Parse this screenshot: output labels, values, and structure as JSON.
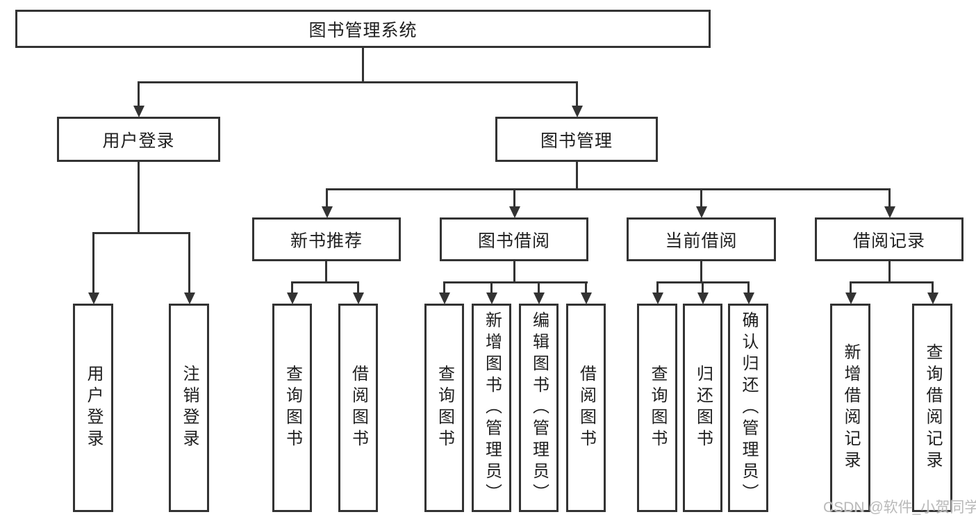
{
  "tree": {
    "label": "图书管理系统",
    "children": [
      {
        "label": "用户登录",
        "children": [
          {
            "label": "用户登录"
          },
          {
            "label": "注销登录"
          }
        ]
      },
      {
        "label": "图书管理",
        "children": [
          {
            "label": "新书推荐",
            "children": [
              {
                "label": "查询图书"
              },
              {
                "label": "借阅图书"
              }
            ]
          },
          {
            "label": "图书借阅",
            "children": [
              {
                "label": "查询图书"
              },
              {
                "label": "新增图书（管理员）"
              },
              {
                "label": "编辑图书（管理员）"
              },
              {
                "label": "借阅图书"
              }
            ]
          },
          {
            "label": "当前借阅",
            "children": [
              {
                "label": "查询图书"
              },
              {
                "label": "归还图书"
              },
              {
                "label": "确认归还（管理员）"
              }
            ]
          },
          {
            "label": "借阅记录",
            "children": [
              {
                "label": "新增借阅记录"
              },
              {
                "label": "查询借阅记录"
              }
            ]
          }
        ]
      }
    ]
  },
  "watermark": {
    "text": "CSDN @软件_小贺同学"
  },
  "colors": {
    "line": "#333333",
    "text": "#1f1f1f",
    "watermark": "#b9b9b9",
    "background": "#ffffff"
  }
}
